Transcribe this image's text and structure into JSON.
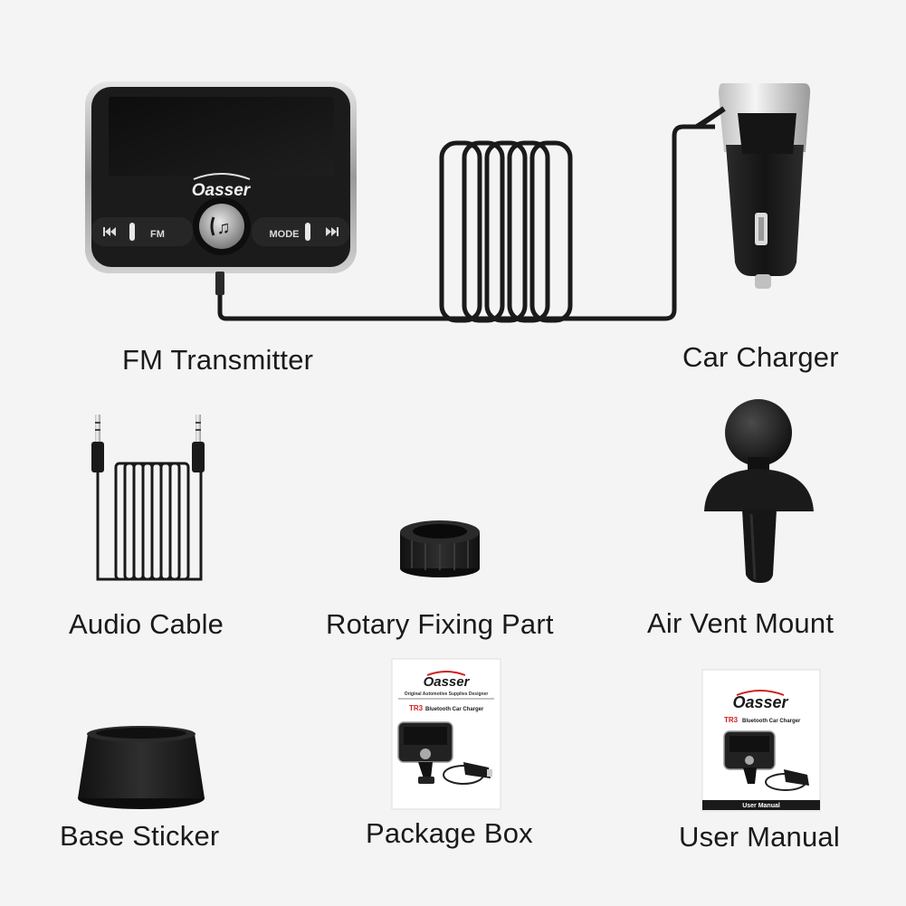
{
  "labels": {
    "fm_transmitter": "FM Transmitter",
    "car_charger": "Car Charger",
    "audio_cable": "Audio Cable",
    "rotary_fixing_part": "Rotary Fixing Part",
    "air_vent_mount": "Air Vent Mount",
    "base_sticker": "Base Sticker",
    "package_box": "Package Box",
    "user_manual": "User Manual"
  },
  "device": {
    "brand": "Oasser",
    "left_button": "FM",
    "right_button": "MODE",
    "prev_icon": "previous-track-icon",
    "next_icon": "next-track-icon",
    "center_icon": "phone-music-icon"
  },
  "package_box": {
    "brand": "Oasser",
    "tagline": "Original Automotive Supplies Designer",
    "model": "TR3",
    "product": "Bluetooth Car Charger"
  },
  "user_manual": {
    "brand": "Oasser",
    "model": "TR3",
    "product": "Bluetooth Car Charger",
    "footer": "User Manual"
  },
  "colors": {
    "background": "#f4f4f4",
    "device_body": "#1c1c1c",
    "trim": "#bdbdbd",
    "text": "#1a1a1a",
    "brand_red": "#d42020"
  }
}
